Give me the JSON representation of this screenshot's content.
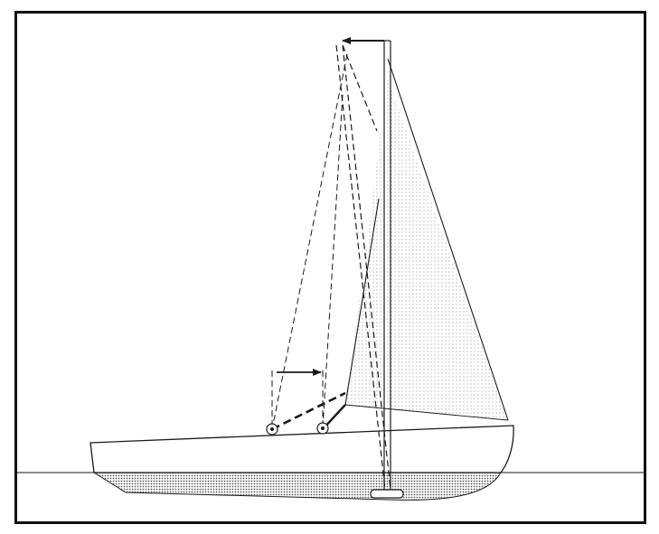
{
  "figure": {
    "caption": "",
    "colors": {
      "line": "#1a1a1a",
      "frame": "#111111",
      "below_waterline_fill": "#9a9a9a",
      "sail_fill": "#cfcfcf",
      "background": "#ffffff"
    },
    "parts": [
      "hull",
      "keel",
      "waterline",
      "mast",
      "mast-original-position",
      "jib-sail",
      "forestay",
      "boom",
      "shroud-fittings",
      "mast-tip-arrow",
      "boom-shift-arrow"
    ]
  }
}
